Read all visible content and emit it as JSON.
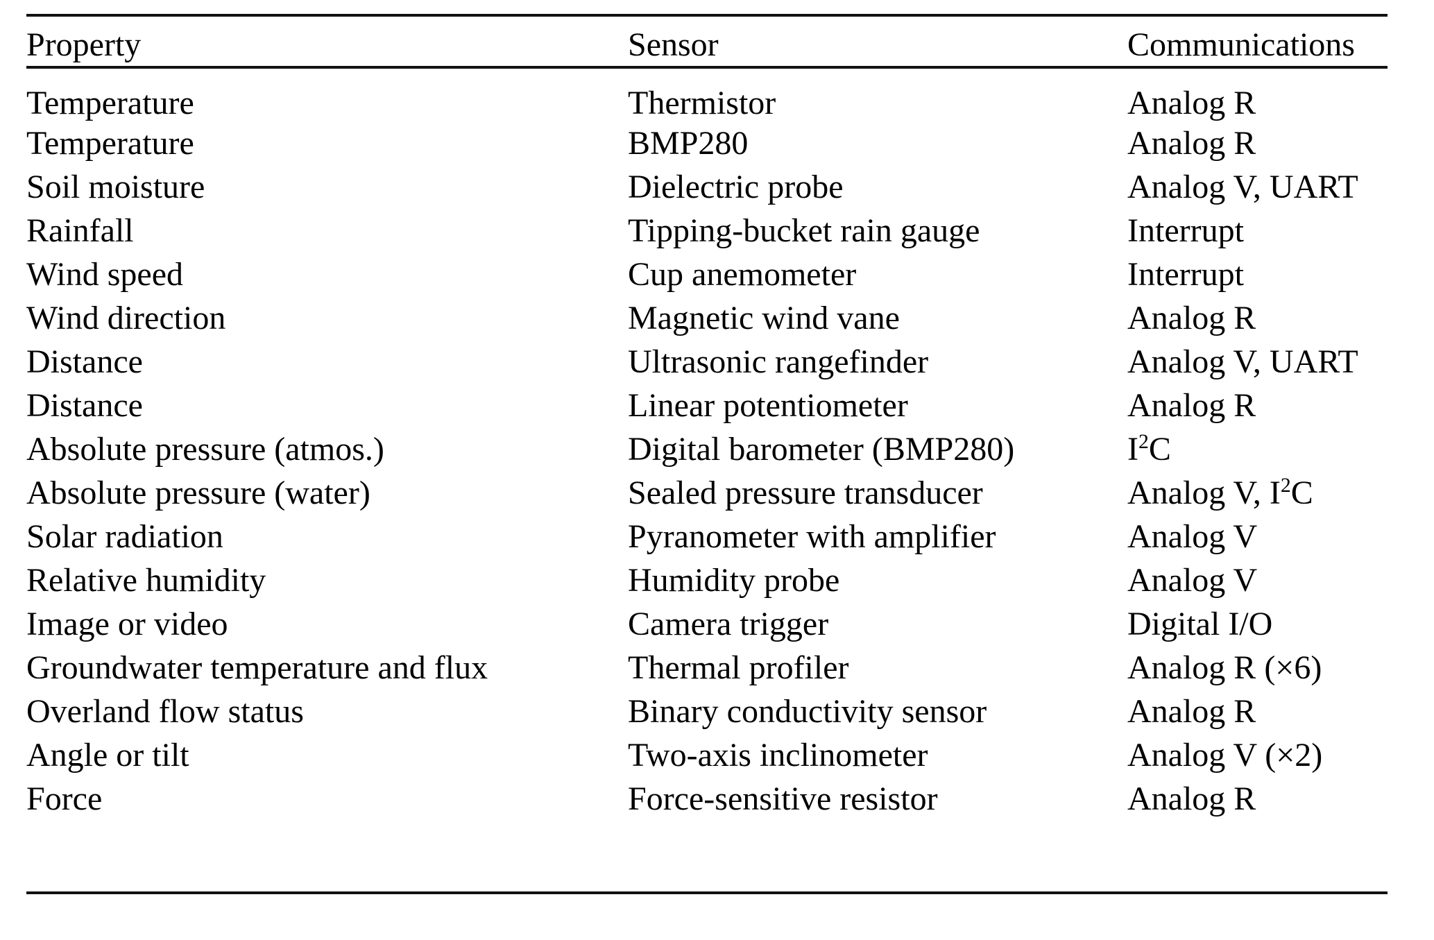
{
  "table": {
    "columns": [
      {
        "key": "property",
        "label": "Property"
      },
      {
        "key": "sensor",
        "label": "Sensor"
      },
      {
        "key": "communications",
        "label": "Communications"
      }
    ],
    "rows": [
      {
        "property": "Temperature",
        "sensor": "Thermistor",
        "communications": "Analog R"
      },
      {
        "property": "Temperature",
        "sensor": "BMP280",
        "communications": "Analog R"
      },
      {
        "property": "Soil moisture",
        "sensor": "Dielectric probe",
        "communications": "Analog V, UART"
      },
      {
        "property": "Rainfall",
        "sensor": "Tipping-bucket rain gauge",
        "communications": "Interrupt"
      },
      {
        "property": "Wind speed",
        "sensor": "Cup anemometer",
        "communications": "Interrupt"
      },
      {
        "property": "Wind direction",
        "sensor": "Magnetic wind vane",
        "communications": "Analog R"
      },
      {
        "property": "Distance",
        "sensor": "Ultrasonic rangefinder",
        "communications": "Analog V, UART"
      },
      {
        "property": "Distance",
        "sensor": "Linear potentiometer",
        "communications": "Analog R"
      },
      {
        "property": "Absolute pressure (atmos.)",
        "sensor": "Digital barometer (BMP280)",
        "communications": "I2C",
        "communications_html": "I<sup>2</sup>C"
      },
      {
        "property": "Absolute pressure (water)",
        "sensor": "Sealed pressure transducer",
        "communications": "Analog V, I2C",
        "communications_html": "Analog V, I<sup>2</sup>C"
      },
      {
        "property": "Solar radiation",
        "sensor": "Pyranometer with amplifier",
        "communications": "Analog V"
      },
      {
        "property": "Relative humidity",
        "sensor": "Humidity probe",
        "communications": "Analog V"
      },
      {
        "property": "Image or video",
        "sensor": "Camera trigger",
        "communications": "Digital I/O"
      },
      {
        "property": "Groundwater temperature and flux",
        "sensor": "Thermal profiler",
        "communications": "Analog R (×6)"
      },
      {
        "property": "Overland flow status",
        "sensor": "Binary conductivity sensor",
        "communications": "Analog R"
      },
      {
        "property": "Angle or tilt",
        "sensor": "Two-axis inclinometer",
        "communications": "Analog V (×2)"
      },
      {
        "property": "Force",
        "sensor": "Force-sensitive resistor",
        "communications": "Analog R"
      }
    ]
  },
  "style": {
    "rule_color": "#111111",
    "text_color": "#000000",
    "background": "#ffffff"
  }
}
